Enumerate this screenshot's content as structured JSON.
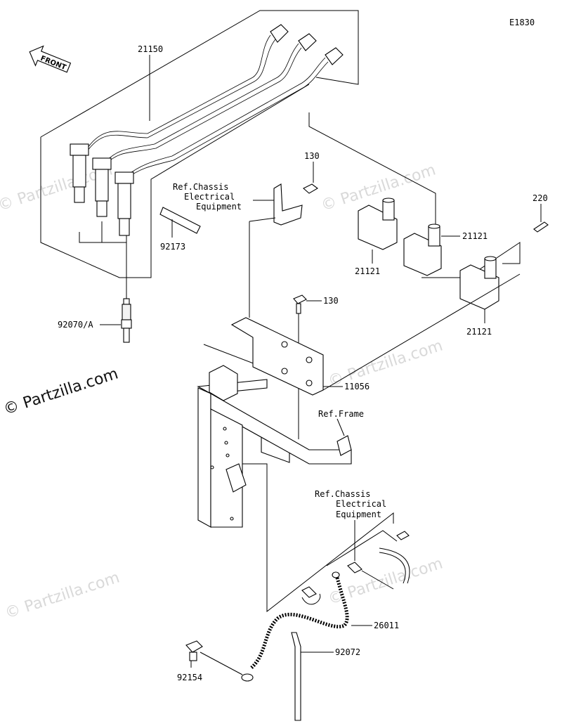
{
  "diagram_code": "E1830",
  "front_label": "FRONT",
  "watermark": "© Partzilla.com",
  "watermark_main": "© Partzilla.com",
  "parts": {
    "p21150": "21150",
    "p130_top": "130",
    "p130_mid": "130",
    "p220": "220",
    "p21121_a": "21121",
    "p21121_b": "21121",
    "p21121_c": "21121",
    "p92173": "92173",
    "p92070": "92070/A",
    "p11056": "11056",
    "p26011": "26011",
    "p92072": "92072",
    "p92154": "92154"
  },
  "refs": {
    "chassis_top": [
      "Ref.Chassis",
      "Electrical",
      "Equipment"
    ],
    "frame": "Ref.Frame",
    "chassis_bottom": [
      "Ref.Chassis",
      "Electrical",
      "Equipment"
    ]
  }
}
